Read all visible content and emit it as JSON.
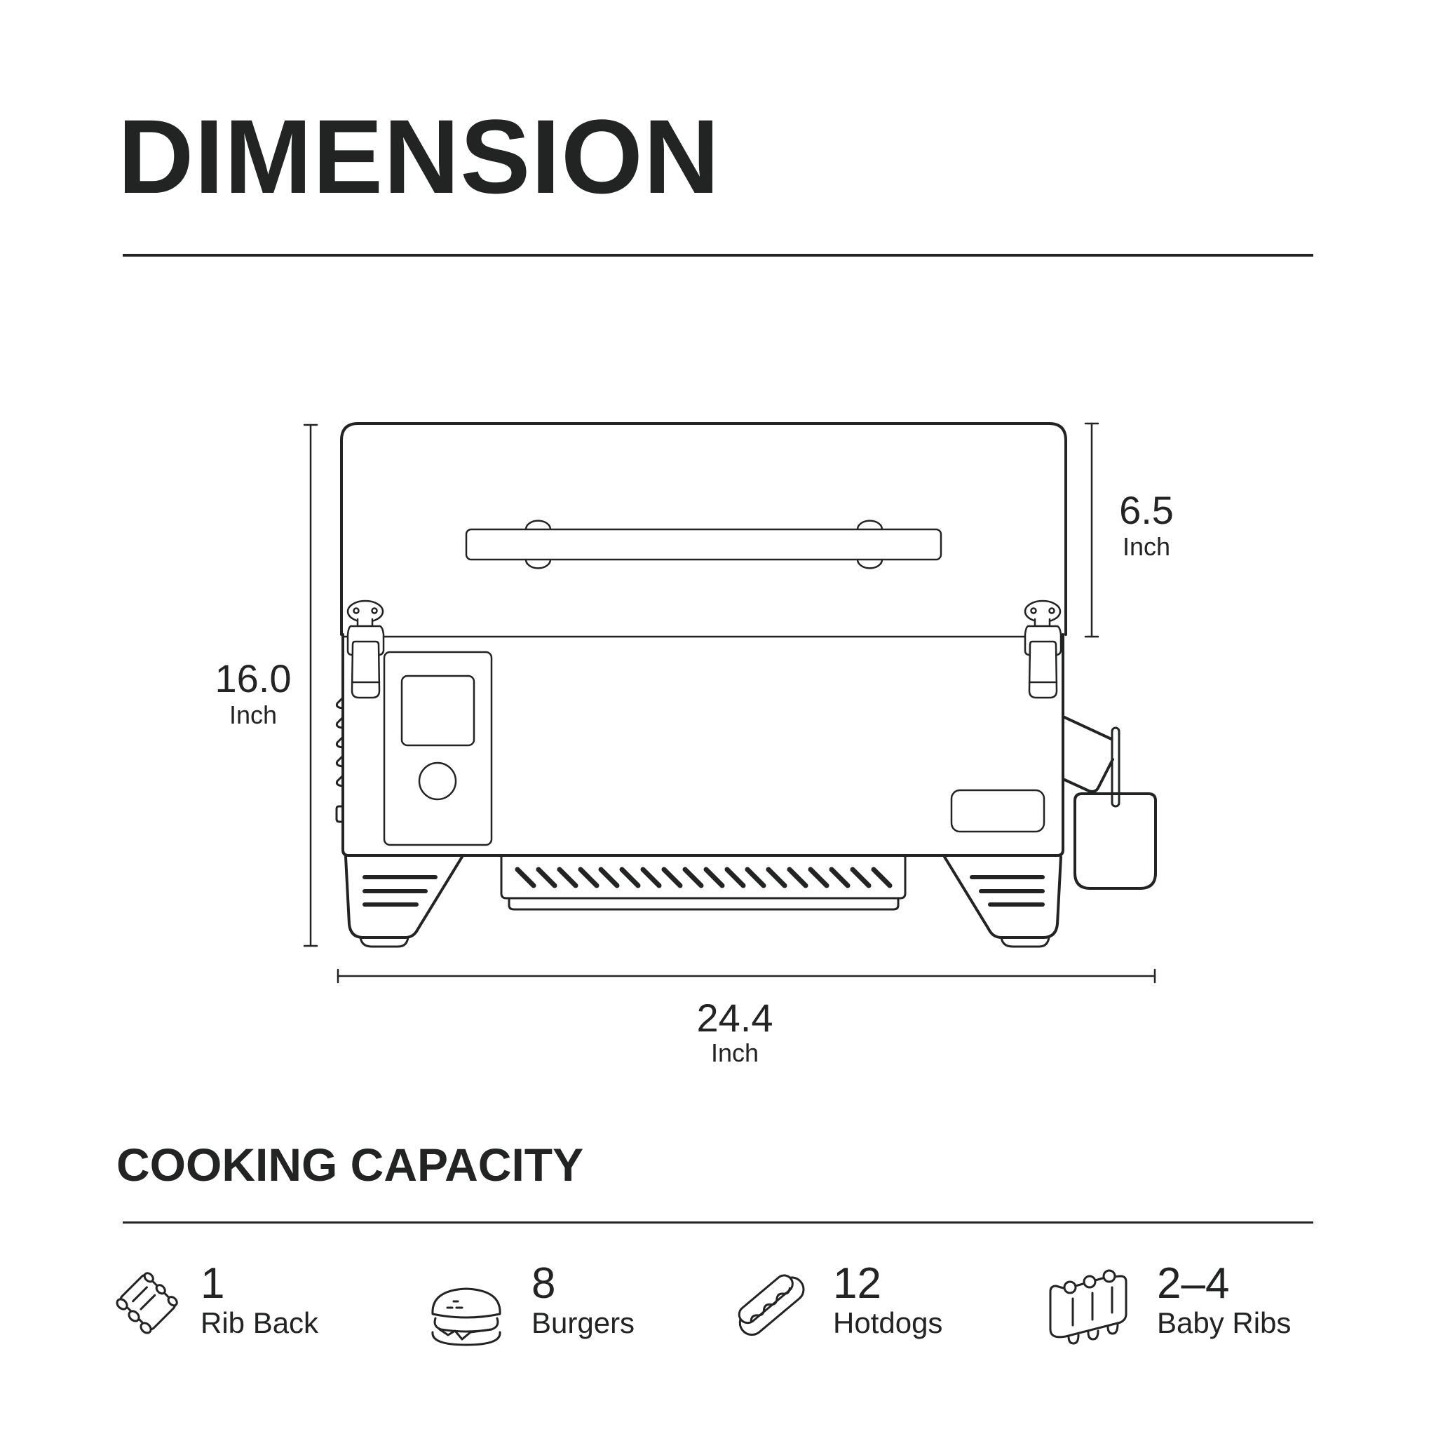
{
  "header": {
    "title": "DIMENSION"
  },
  "dimensions": {
    "height": {
      "value": "16.0",
      "unit": "Inch"
    },
    "lid_height": {
      "value": "6.5",
      "unit": "Inch"
    },
    "width": {
      "value": "24.4",
      "unit": "Inch"
    }
  },
  "capacity": {
    "title": "COOKING CAPACITY",
    "items": [
      {
        "icon": "rib-rack-icon",
        "count": "1",
        "label": "Rib Back"
      },
      {
        "icon": "burger-icon",
        "count": "8",
        "label": "Burgers"
      },
      {
        "icon": "hotdog-icon",
        "count": "12",
        "label": "Hotdogs"
      },
      {
        "icon": "baby-ribs-icon",
        "count": "2–4",
        "label": "Baby Ribs"
      }
    ]
  },
  "colors": {
    "ink": "#222423",
    "background": "#ffffff"
  }
}
